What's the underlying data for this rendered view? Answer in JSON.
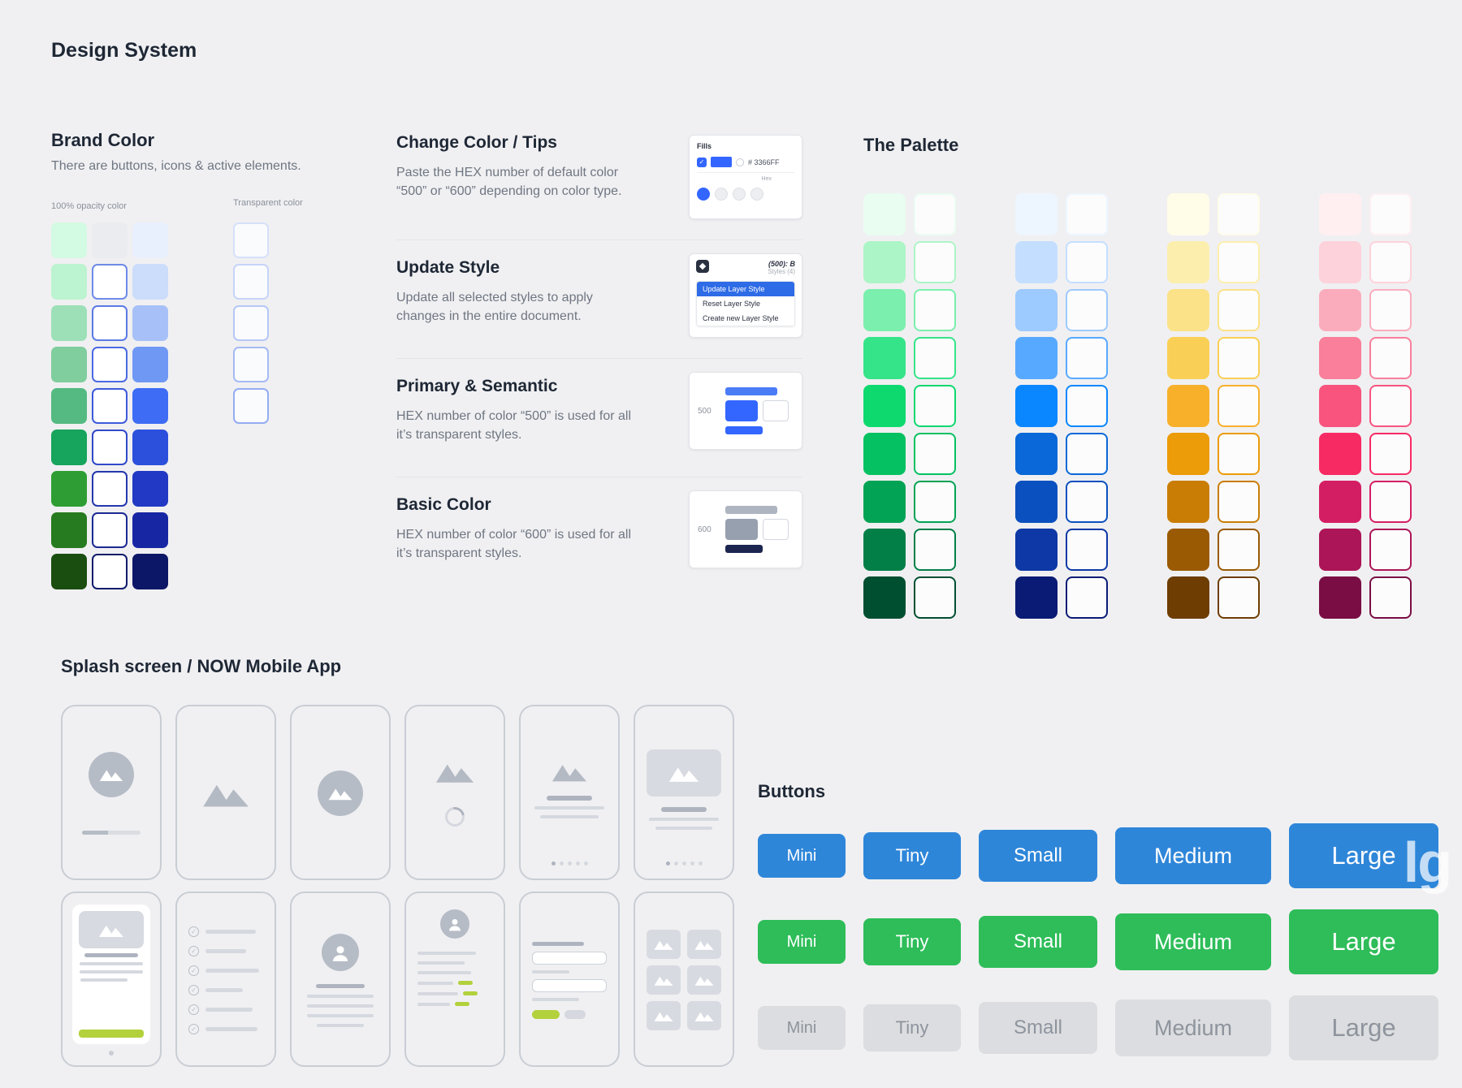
{
  "page": {
    "title": "Design System",
    "watermark": "lg"
  },
  "brand_color": {
    "heading": "Brand Color",
    "subtitle": "There are buttons, icons & active elements.",
    "opacity_label": "100% opacity color",
    "transparent_label": "Transparent color",
    "green_ramp": [
      "#D3FAE2",
      "#BCF3D0",
      "#9DE0B7",
      "#80CD9D",
      "#54BA81",
      "#17A45C",
      "#2E9E34",
      "#267A1F",
      "#1A4E10"
    ],
    "blue_ramp": [
      "#E8EFFD",
      "#CCDCFB",
      "#A7C1F8",
      "#6F98F5",
      "#3E6CF4",
      "#2C4FDC",
      "#2139C4",
      "#1727A4",
      "#0D1767"
    ],
    "outline_column": [
      null,
      "#6D8BE8",
      "#5B7AE5",
      "#4A69E1",
      "#3D5BDB",
      "#3049C9",
      "#2438AD",
      "#1A2A93",
      "#111D6B"
    ],
    "transparent_borders": [
      "#D6E0FA",
      "#C6D4F8",
      "#B5C7F6",
      "#A5BAF4",
      "#94ADF2"
    ]
  },
  "tips": {
    "sections": [
      {
        "heading": "Change Color / Tips",
        "body": "Paste the HEX number of default color “500” or “600” depending on color type."
      },
      {
        "heading": "Update Style",
        "body": "Update all selected styles to apply changes in the entire document."
      },
      {
        "heading": "Primary & Semantic",
        "body": "HEX number of color “500” is used for all it’s transparent styles.",
        "badge": "500"
      },
      {
        "heading": "Basic Color",
        "body": "HEX number of color “600” is used for all it’s transparent styles.",
        "badge": "600"
      }
    ],
    "fills": {
      "title": "Fills",
      "hex": "# 3366FF",
      "hex_label": "Hex",
      "accent": "#3366FF"
    },
    "menu": {
      "meta": "(500): B",
      "meta2": "Styles (4)",
      "highlight": "#2E6BE6",
      "items": [
        "Update Layer Style",
        "Reset Layer Style",
        "Create new Layer Style"
      ]
    }
  },
  "palette": {
    "heading": "The Palette",
    "ramps": [
      {
        "name": "green",
        "colors": [
          "#E9FDF1",
          "#ACF5C6",
          "#7BEFAD",
          "#35E488",
          "#0ED96F",
          "#06C161",
          "#03A355",
          "#027F47",
          "#014F31"
        ]
      },
      {
        "name": "blue",
        "colors": [
          "#EDF6FF",
          "#C4DEFF",
          "#9DCAFF",
          "#57A9FF",
          "#0A86FF",
          "#0A68D8",
          "#0B50BF",
          "#0D38A5",
          "#0A1B75"
        ]
      },
      {
        "name": "amber",
        "colors": [
          "#FFFCE8",
          "#FCEFAD",
          "#FBE288",
          "#FACF55",
          "#F8B02B",
          "#EC9B09",
          "#C97D05",
          "#9A5A03",
          "#6D3D02"
        ]
      },
      {
        "name": "pink",
        "colors": [
          "#FFEFF1",
          "#FDD2DA",
          "#FBACBC",
          "#F97F9B",
          "#F8547E",
          "#F72A64",
          "#D41E64",
          "#AC1557",
          "#7A0D44"
        ]
      }
    ]
  },
  "splash": {
    "heading": "Splash screen / NOW Mobile App",
    "accent_lime": "#B2D13C",
    "phones": [
      "logo-progress",
      "mountains",
      "logo-circle",
      "mountains-spinner",
      "onboarding-text",
      "onboarding-card",
      "card-cta",
      "checklist",
      "profile",
      "profile-form",
      "login-form",
      "gallery"
    ]
  },
  "buttons": {
    "heading": "Buttons",
    "labels": [
      "Mini",
      "Tiny",
      "Small",
      "Medium",
      "Large"
    ],
    "variants": [
      {
        "name": "primary",
        "bg": "#2E86D9",
        "text": "#FFFFFF"
      },
      {
        "name": "success",
        "bg": "#2EBD59",
        "text": "#FFFFFF"
      },
      {
        "name": "disabled",
        "bg": "#DCDDE0",
        "text": "#8E949D"
      }
    ]
  }
}
